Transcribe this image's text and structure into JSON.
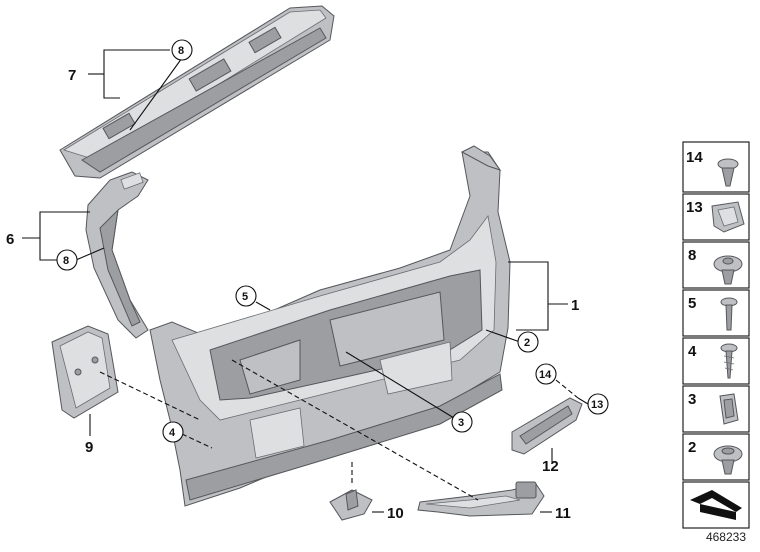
{
  "diagram": {
    "callouts": {
      "c1": "1",
      "c2": "2",
      "c3": "3",
      "c4": "4",
      "c5": "5",
      "c6": "6",
      "c7": "7",
      "c8a": "8",
      "c8b": "8",
      "c9": "9",
      "c10": "10",
      "c11": "11",
      "c12": "12",
      "c13": "13",
      "c14": "14"
    },
    "legend": [
      {
        "number": "14",
        "icon": "clip-nut-icon"
      },
      {
        "number": "13",
        "icon": "spring-clip-icon"
      },
      {
        "number": "8",
        "icon": "expanding-rivet-icon"
      },
      {
        "number": "5",
        "icon": "screw-washer-icon"
      },
      {
        "number": "4",
        "icon": "tapping-screw-icon"
      },
      {
        "number": "3",
        "icon": "clip-nut-square-icon"
      },
      {
        "number": "2",
        "icon": "push-rivet-icon"
      }
    ],
    "image_id": "468233"
  }
}
